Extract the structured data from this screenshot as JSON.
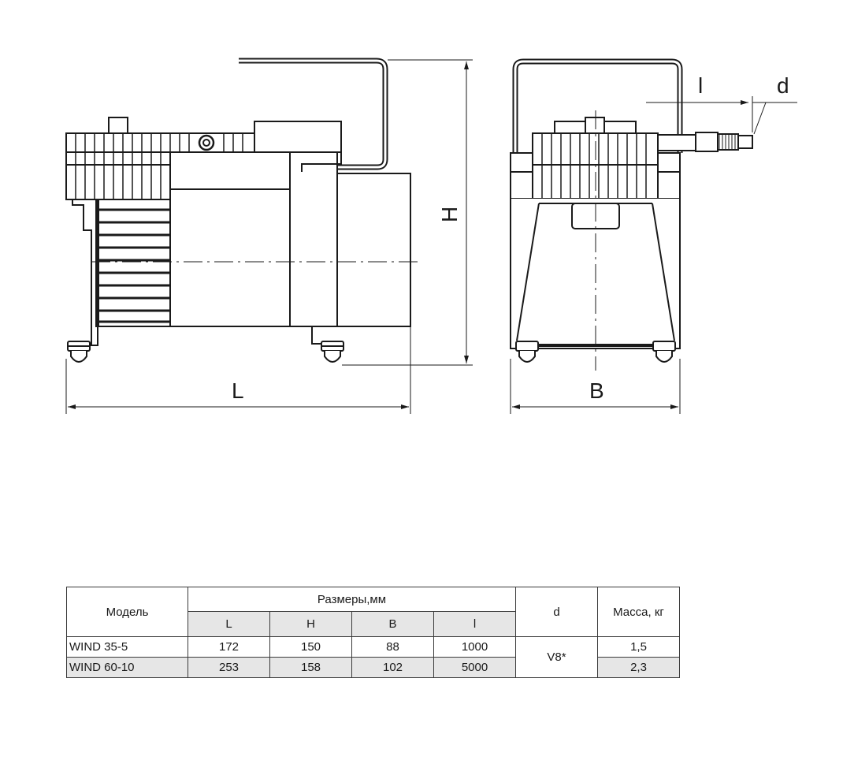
{
  "drawing": {
    "labels": {
      "L": "L",
      "H": "H",
      "B": "B",
      "l": "l",
      "d": "d"
    }
  },
  "table": {
    "header": {
      "model": "Модель",
      "dimensions": "Размеры,мм",
      "d": "d",
      "mass": "Масса, кг",
      "dim_columns": [
        "L",
        "H",
        "B",
        "l"
      ]
    },
    "rows": [
      {
        "model": "WIND 35-5",
        "L": "172",
        "H": "150",
        "B": "88",
        "l": "1000",
        "mass": "1,5"
      },
      {
        "model": "WIND 60-10",
        "L": "253",
        "H": "158",
        "B": "102",
        "l": "5000",
        "mass": "2,3"
      }
    ],
    "d_value": "V8*"
  }
}
